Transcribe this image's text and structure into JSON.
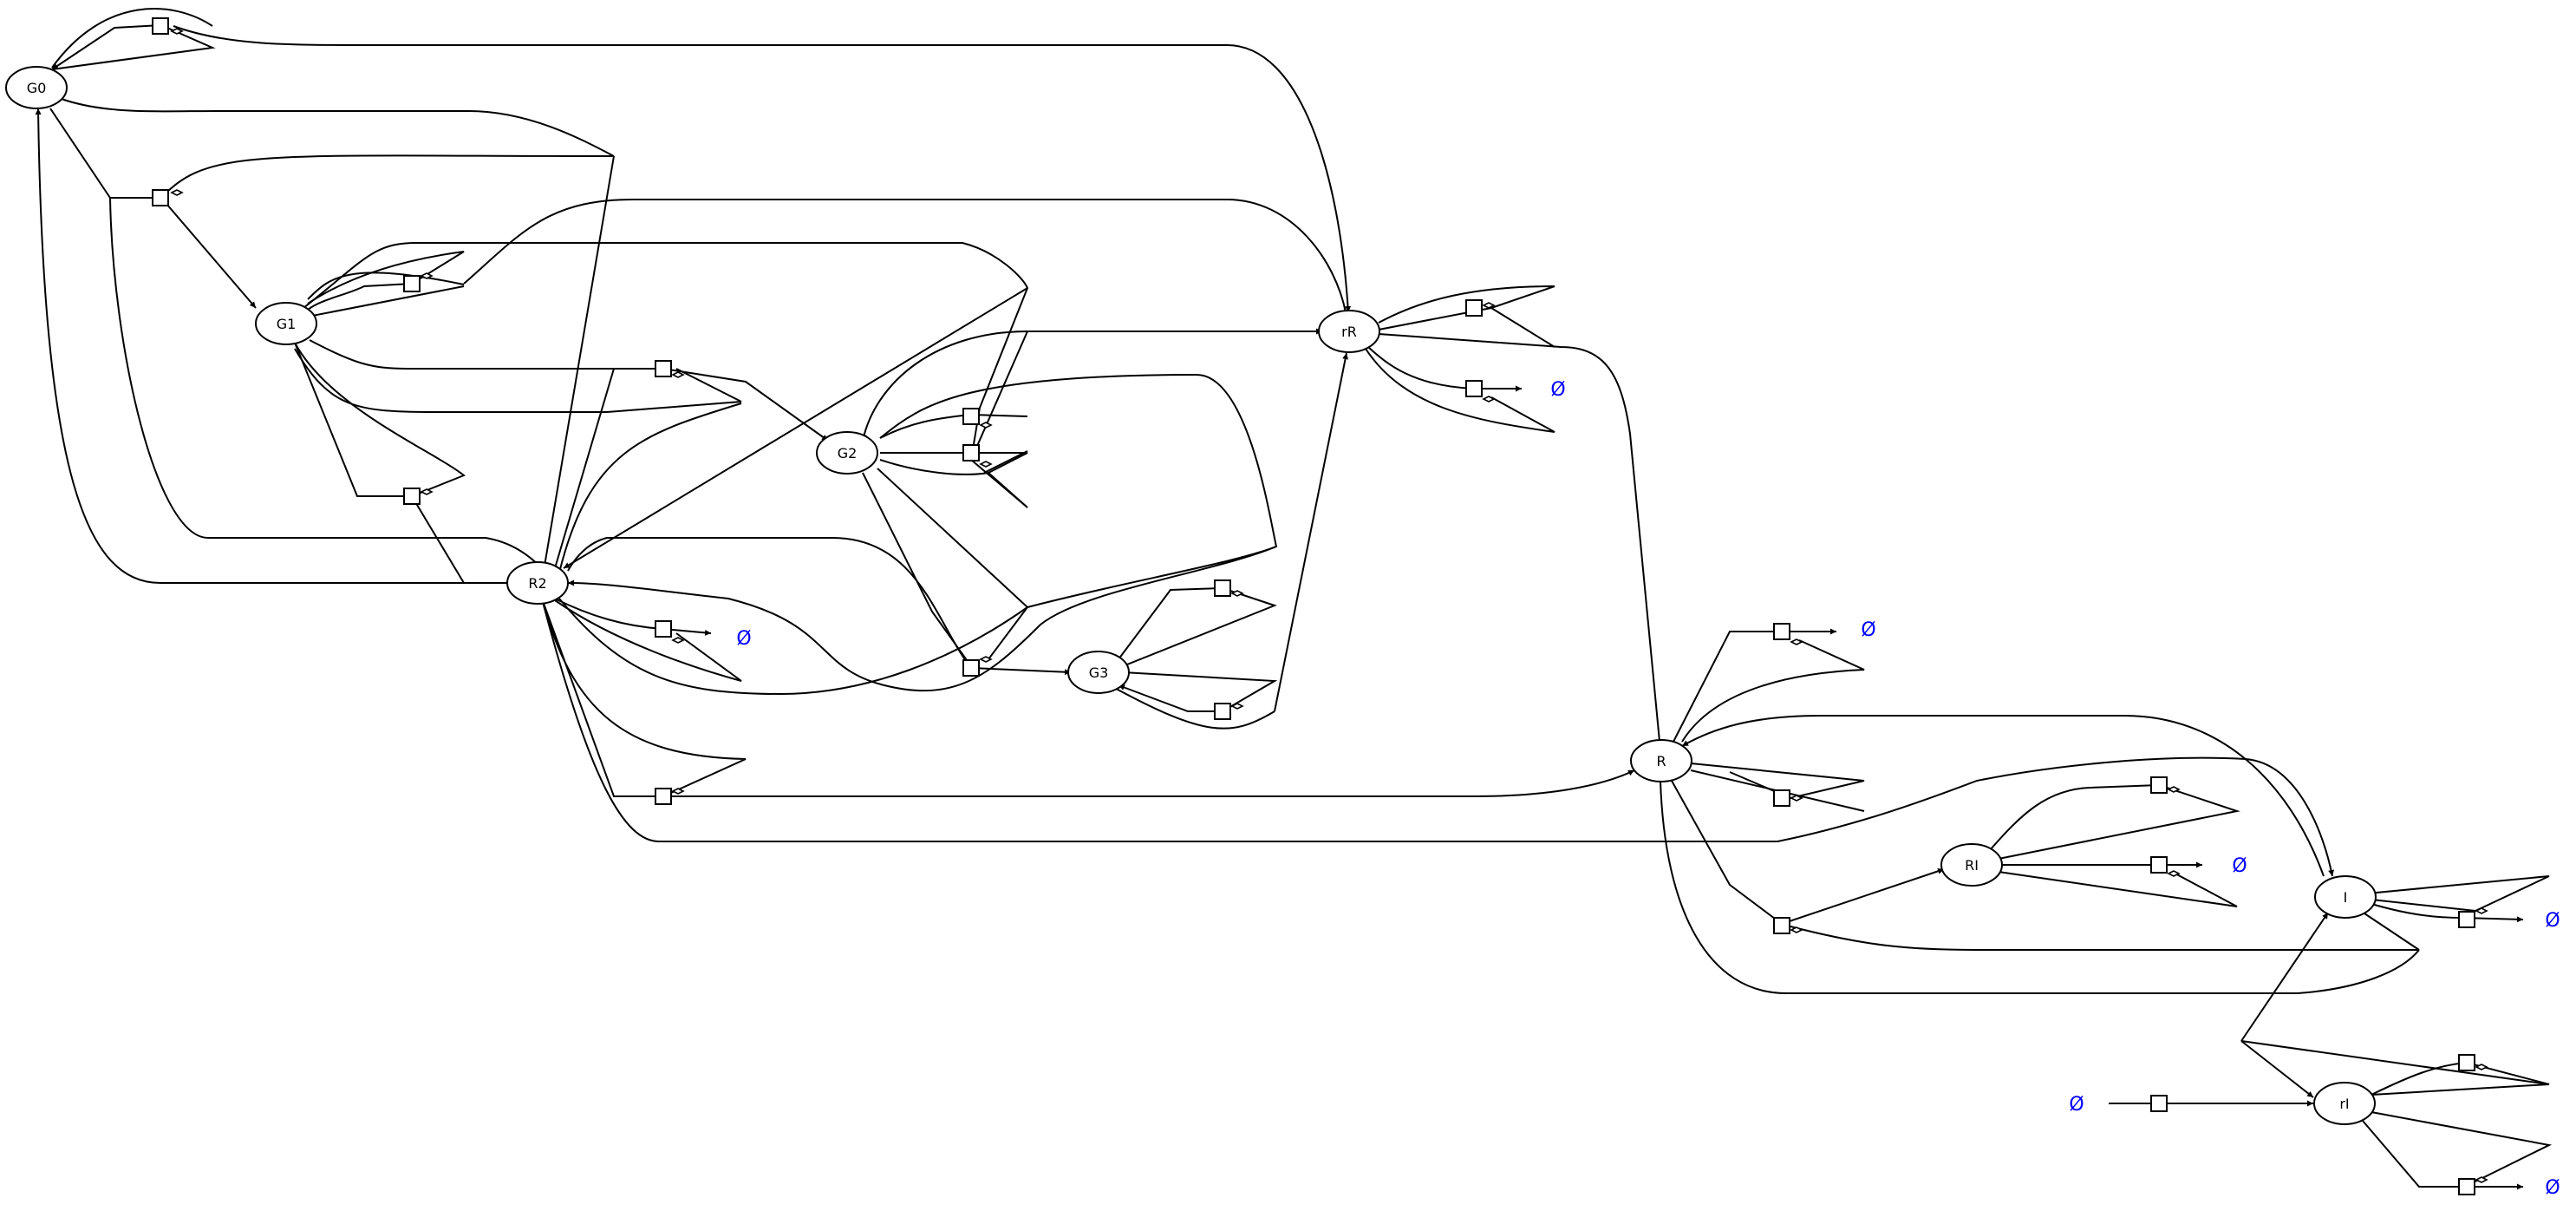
{
  "diagram": {
    "species": [
      {
        "id": "G0",
        "label": "G0"
      },
      {
        "id": "G1",
        "label": "G1"
      },
      {
        "id": "G2",
        "label": "G2"
      },
      {
        "id": "G3",
        "label": "G3"
      },
      {
        "id": "R2",
        "label": "R2"
      },
      {
        "id": "rR",
        "label": "rR"
      },
      {
        "id": "R",
        "label": "R"
      },
      {
        "id": "RI",
        "label": "RI"
      },
      {
        "id": "I",
        "label": "I"
      },
      {
        "id": "rI",
        "label": "rI"
      }
    ],
    "empty_set_symbol": "Ø",
    "colors": {
      "line": "#000000",
      "node_fill": "#ffffff",
      "empty_set": "#0000ff"
    }
  }
}
